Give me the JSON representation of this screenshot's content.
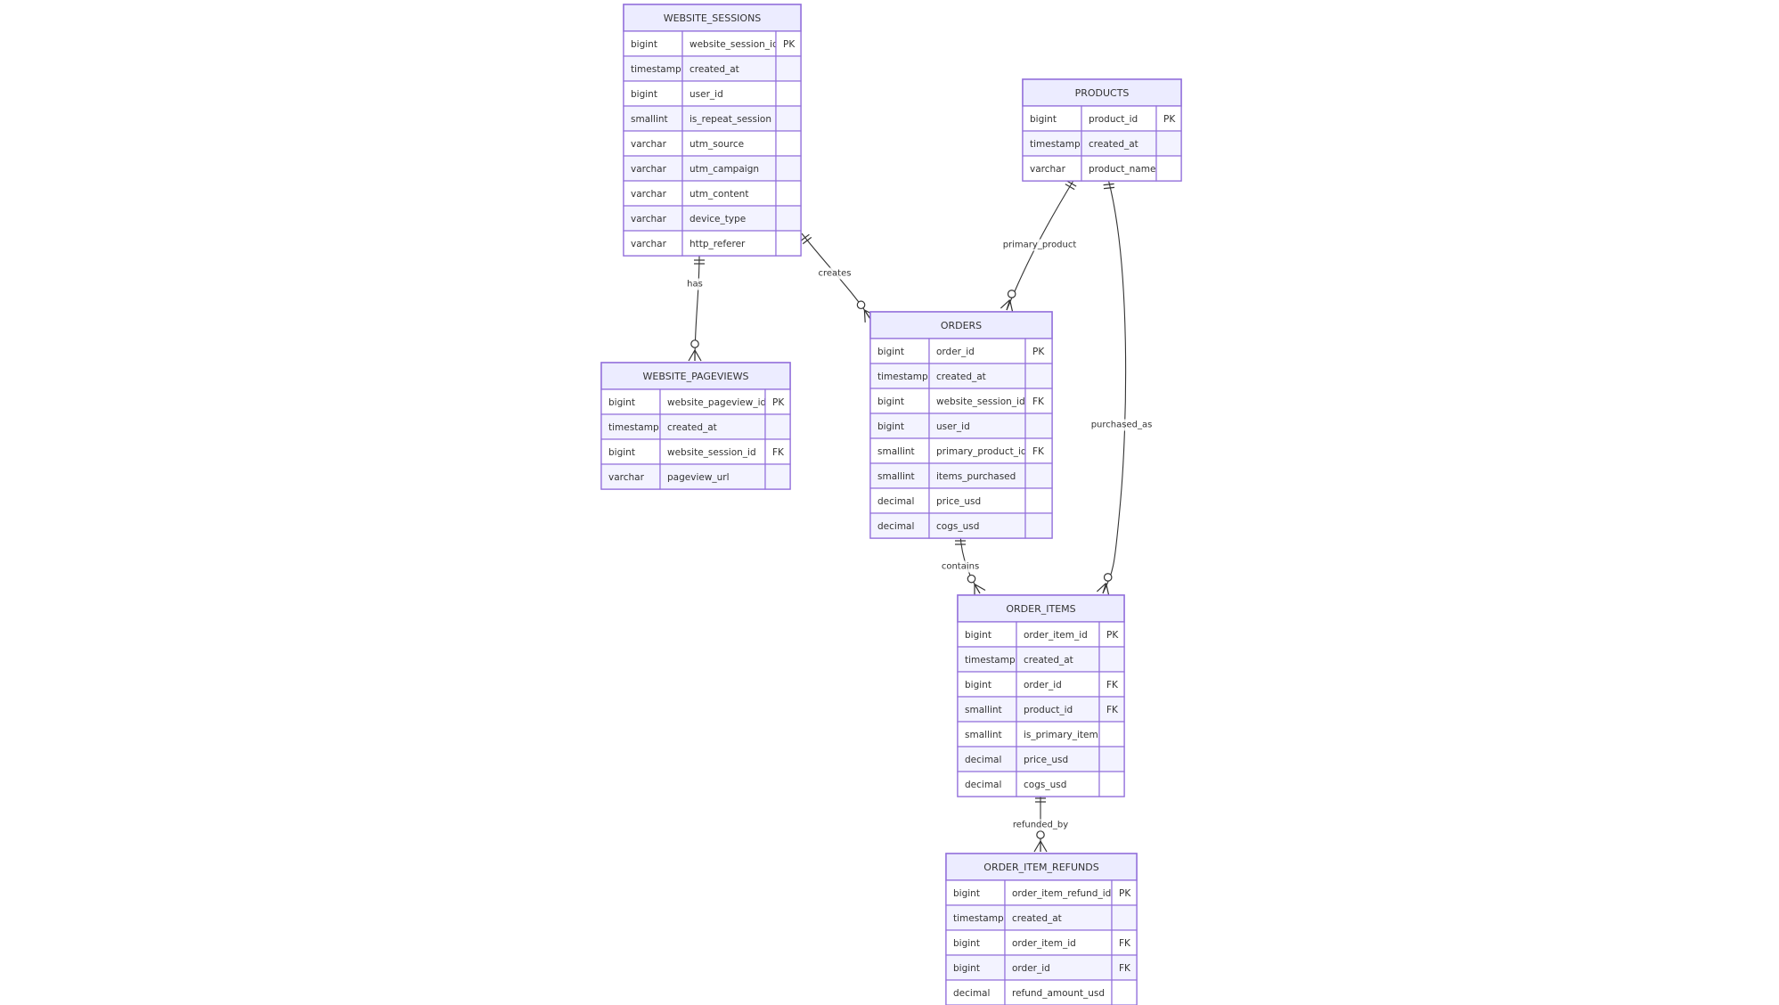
{
  "diagram": {
    "colors": {
      "header_fill": "#ECECFF",
      "row_odd": "#ffffff",
      "row_even": "#F3F3FF",
      "border": "#9370DB",
      "line": "#333333",
      "label_bg": "#E8E8E8"
    },
    "entities": [
      {
        "id": "website_sessions",
        "name": "WEBSITE_SESSIONS",
        "attributes": [
          {
            "type": "bigint",
            "name": "website_session_id",
            "key": "PK"
          },
          {
            "type": "timestamp",
            "name": "created_at",
            "key": ""
          },
          {
            "type": "bigint",
            "name": "user_id",
            "key": ""
          },
          {
            "type": "smallint",
            "name": "is_repeat_session",
            "key": ""
          },
          {
            "type": "varchar",
            "name": "utm_source",
            "key": ""
          },
          {
            "type": "varchar",
            "name": "utm_campaign",
            "key": ""
          },
          {
            "type": "varchar",
            "name": "utm_content",
            "key": ""
          },
          {
            "type": "varchar",
            "name": "device_type",
            "key": ""
          },
          {
            "type": "varchar",
            "name": "http_referer",
            "key": ""
          }
        ]
      },
      {
        "id": "products",
        "name": "PRODUCTS",
        "attributes": [
          {
            "type": "bigint",
            "name": "product_id",
            "key": "PK"
          },
          {
            "type": "timestamp",
            "name": "created_at",
            "key": ""
          },
          {
            "type": "varchar",
            "name": "product_name",
            "key": ""
          }
        ]
      },
      {
        "id": "website_pageviews",
        "name": "WEBSITE_PAGEVIEWS",
        "attributes": [
          {
            "type": "bigint",
            "name": "website_pageview_id",
            "key": "PK"
          },
          {
            "type": "timestamp",
            "name": "created_at",
            "key": ""
          },
          {
            "type": "bigint",
            "name": "website_session_id",
            "key": "FK"
          },
          {
            "type": "varchar",
            "name": "pageview_url",
            "key": ""
          }
        ]
      },
      {
        "id": "orders",
        "name": "ORDERS",
        "attributes": [
          {
            "type": "bigint",
            "name": "order_id",
            "key": "PK"
          },
          {
            "type": "timestamp",
            "name": "created_at",
            "key": ""
          },
          {
            "type": "bigint",
            "name": "website_session_id",
            "key": "FK"
          },
          {
            "type": "bigint",
            "name": "user_id",
            "key": ""
          },
          {
            "type": "smallint",
            "name": "primary_product_id",
            "key": "FK"
          },
          {
            "type": "smallint",
            "name": "items_purchased",
            "key": ""
          },
          {
            "type": "decimal",
            "name": "price_usd",
            "key": ""
          },
          {
            "type": "decimal",
            "name": "cogs_usd",
            "key": ""
          }
        ]
      },
      {
        "id": "order_items",
        "name": "ORDER_ITEMS",
        "attributes": [
          {
            "type": "bigint",
            "name": "order_item_id",
            "key": "PK"
          },
          {
            "type": "timestamp",
            "name": "created_at",
            "key": ""
          },
          {
            "type": "bigint",
            "name": "order_id",
            "key": "FK"
          },
          {
            "type": "smallint",
            "name": "product_id",
            "key": "FK"
          },
          {
            "type": "smallint",
            "name": "is_primary_item",
            "key": ""
          },
          {
            "type": "decimal",
            "name": "price_usd",
            "key": ""
          },
          {
            "type": "decimal",
            "name": "cogs_usd",
            "key": ""
          }
        ]
      },
      {
        "id": "order_item_refunds",
        "name": "ORDER_ITEM_REFUNDS",
        "attributes": [
          {
            "type": "bigint",
            "name": "order_item_refund_id",
            "key": "PK"
          },
          {
            "type": "timestamp",
            "name": "created_at",
            "key": ""
          },
          {
            "type": "bigint",
            "name": "order_item_id",
            "key": "FK"
          },
          {
            "type": "bigint",
            "name": "order_id",
            "key": "FK"
          },
          {
            "type": "decimal",
            "name": "refund_amount_usd",
            "key": ""
          }
        ]
      }
    ],
    "relationships": [
      {
        "id": "has",
        "label": "has",
        "from": "website_sessions",
        "to": "website_pageviews",
        "from_card": "exactly-one",
        "to_card": "zero-or-many"
      },
      {
        "id": "creates",
        "label": "creates",
        "from": "website_sessions",
        "to": "orders",
        "from_card": "exactly-one",
        "to_card": "zero-or-many"
      },
      {
        "id": "primary_product",
        "label": "primary_product",
        "from": "products",
        "to": "orders",
        "from_card": "exactly-one",
        "to_card": "zero-or-many"
      },
      {
        "id": "purchased_as",
        "label": "purchased_as",
        "from": "products",
        "to": "order_items",
        "from_card": "exactly-one",
        "to_card": "zero-or-many"
      },
      {
        "id": "contains",
        "label": "contains",
        "from": "orders",
        "to": "order_items",
        "from_card": "exactly-one",
        "to_card": "zero-or-many"
      },
      {
        "id": "refunded_by",
        "label": "refunded_by",
        "from": "order_items",
        "to": "order_item_refunds",
        "from_card": "exactly-one",
        "to_card": "zero-or-many"
      }
    ]
  }
}
